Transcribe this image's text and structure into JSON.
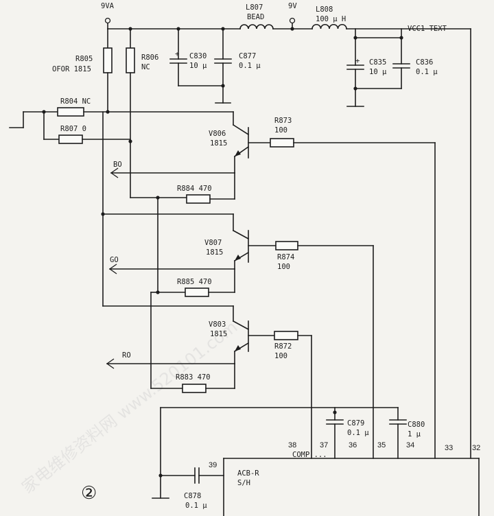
{
  "watermark": "家电维修资料网 www.520101.com",
  "figure_number": "②",
  "rails": {
    "vcc_9va": "9VA",
    "vcc_9v": "9V",
    "vcc1": "VCC1 TEXT"
  },
  "components": {
    "r805_name": "R805",
    "r805_value": "OFOR 1815",
    "r806_name": "R806",
    "r806_value": "NC",
    "c830_name": "C830",
    "c830_value": "10 μ",
    "c877_name": "C877",
    "c877_value": "0.1 μ",
    "l807_name": "L807",
    "l807_value": "BEAD",
    "l808_name": "L808",
    "l808_value": "100 μ H",
    "c835_name": "C835",
    "c835_value": "10 μ",
    "c836_name": "C836",
    "c836_value": "0.1 μ",
    "r804_label": "R804  NC",
    "r807_label": "R807  0",
    "r873_name": "R873",
    "r873_value": "100",
    "v806_name": "V806",
    "v806_value": "1815",
    "r884_label": "R884  470",
    "v807_name": "V807",
    "v807_value": "1815",
    "r874_name": "R874",
    "r874_value": "100",
    "r885_label": "R885  470",
    "v803_name": "V803",
    "v803_value": "1815",
    "r872_name": "R872",
    "r872_value": "100",
    "r883_label": "R883  470",
    "c879_name": "C879",
    "c879_value": "0.1 μ",
    "c880_name": "C880",
    "c880_value": "1 μ",
    "c878_name": "C878",
    "c878_value": "0.1 μ",
    "polarity": "+"
  },
  "signals": {
    "bo": "BO",
    "go": "GO",
    "ro": "RO"
  },
  "ic": {
    "fn1": "ACB-R",
    "fn2": "S/H",
    "partial": "COMP  ..."
  },
  "pins": [
    "38",
    "37",
    "36",
    "35",
    "34",
    "33",
    "32",
    "39"
  ]
}
